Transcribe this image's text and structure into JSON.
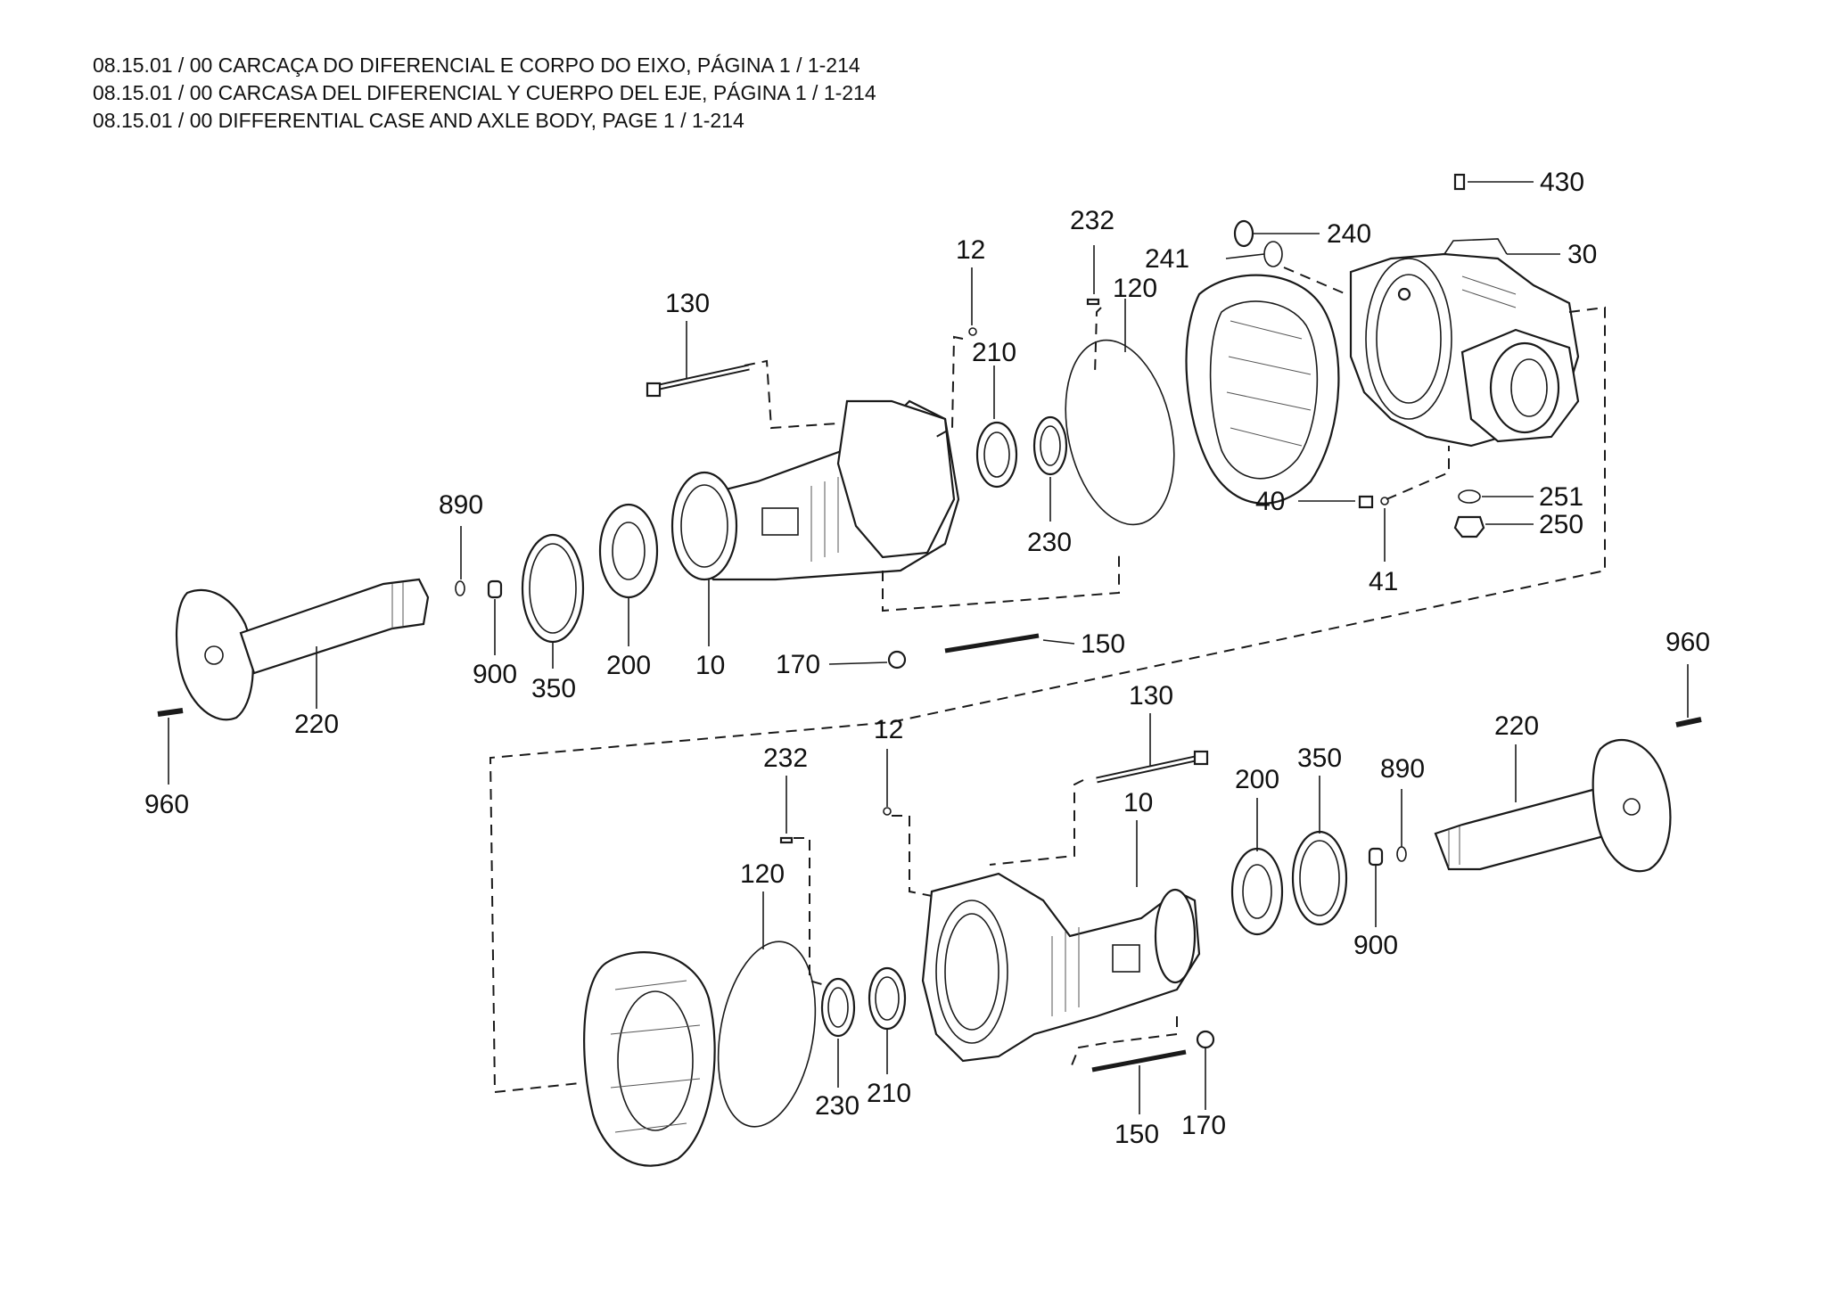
{
  "titles": [
    "08.15.01 / 00 CARCAÇA DO DIFERENCIAL E CORPO DO EIXO, PÁGINA 1 / 1-214",
    "08.15.01 / 00 CARCASA DEL DIFERENCIAL Y CUERPO DEL EJE, PÁGINA 1 / 1-214",
    "08.15.01 / 00 DIFFERENTIAL CASE AND AXLE BODY, PAGE 1 / 1-214"
  ],
  "callouts_top": [
    "430",
    "240",
    "241",
    "30",
    "232",
    "12",
    "120",
    "130",
    "210",
    "230",
    "40",
    "41",
    "251",
    "250",
    "890",
    "900",
    "350",
    "200",
    "10",
    "170",
    "150",
    "220",
    "960"
  ],
  "callouts_bottom": [
    "960",
    "220",
    "130",
    "12",
    "232",
    "350",
    "200",
    "890",
    "10",
    "120",
    "900",
    "230",
    "210",
    "150",
    "170"
  ]
}
